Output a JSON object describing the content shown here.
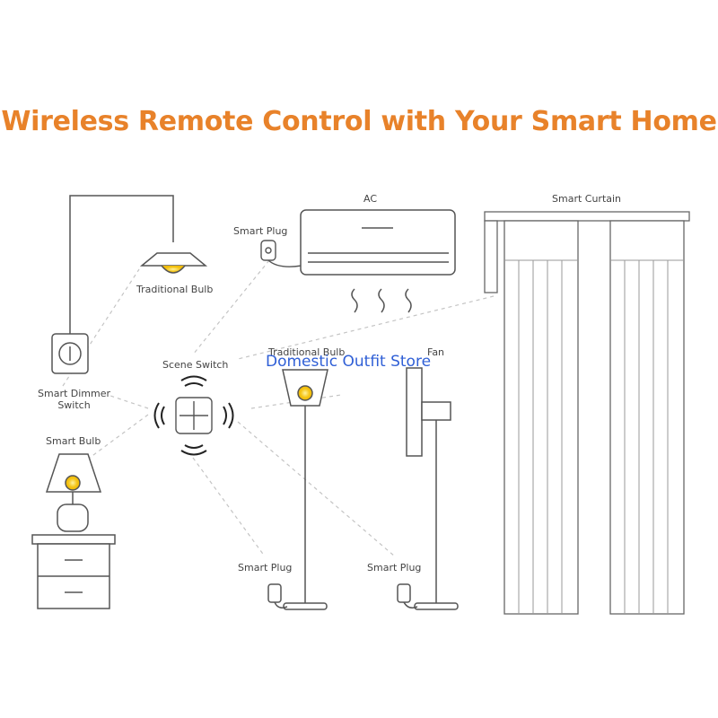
{
  "title": "Wireless Remote Control with Your Smart Home",
  "watermark": "Domestic Outfit Store",
  "colors": {
    "title": "#e8822a",
    "bulb_glow": "#f5c518",
    "line": "#555555",
    "dashed": "#bbbbbb",
    "watermark": "#2f5fd6"
  },
  "labels": {
    "ac": "AC",
    "smart_curtain": "Smart Curtain",
    "smart_plug_ac": "Smart Plug",
    "traditional_bulb_top": "Traditional Bulb",
    "traditional_bulb_lamp": "Traditional Bulb",
    "scene_switch": "Scene Switch",
    "fan": "Fan",
    "smart_dimmer_switch": "Smart Dimmer\nSwitch",
    "smart_bulb": "Smart Bulb",
    "smart_plug_lamp": "Smart Plug",
    "smart_plug_fan": "Smart Plug"
  }
}
